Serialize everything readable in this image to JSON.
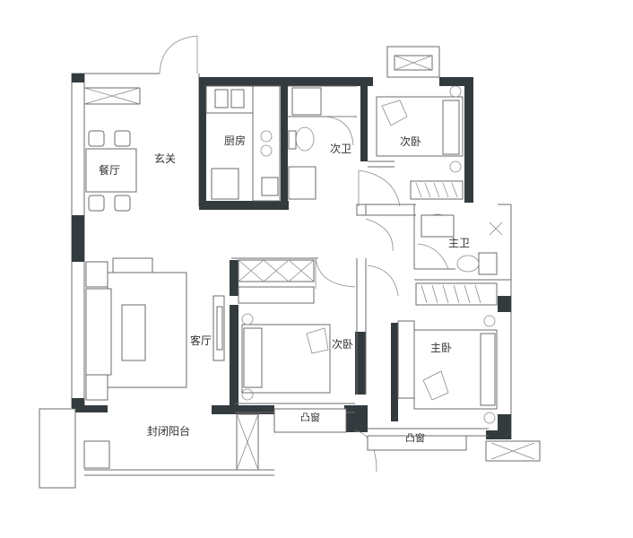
{
  "rooms": {
    "dining": "餐厅",
    "foyer": "玄关",
    "kitchen": "厨房",
    "bathroom_secondary": "次卫",
    "bedroom_top": "次卧",
    "bathroom_master": "主卫",
    "living": "客厅",
    "bedroom_middle": "次卧",
    "master_bedroom": "主卧",
    "balcony": "封闭阳台",
    "bay_window_left": "凸窗",
    "bay_window_right": "凸窗"
  },
  "colors": {
    "wall": "#333b3e",
    "line": "#6b6b6b",
    "text": "#333333"
  }
}
